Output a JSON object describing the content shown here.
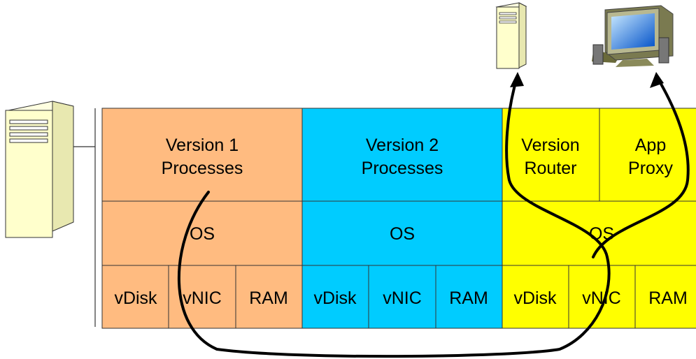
{
  "colors": {
    "version1": "#ffbb80",
    "version2": "#00ccff",
    "router_host": "#ffff00",
    "outline": "#333333",
    "server_body": "#ffffcc"
  },
  "columns": [
    {
      "key": "v1",
      "process_lines": [
        "Version 1",
        "Processes"
      ],
      "os": "OS",
      "resources": [
        "vDisk",
        "vNIC",
        "RAM"
      ]
    },
    {
      "key": "v2",
      "process_lines": [
        "Version 2",
        "Processes"
      ],
      "os": "OS",
      "resources": [
        "vDisk",
        "vNIC",
        "RAM"
      ]
    },
    {
      "key": "router",
      "processes": [
        {
          "lines": [
            "Version",
            "Router"
          ]
        },
        {
          "lines": [
            "App",
            "Proxy"
          ]
        }
      ],
      "os": "OS",
      "resources": [
        "vDisk",
        "vNIC",
        "RAM"
      ]
    }
  ],
  "icons": {
    "host_server": "server-tower-icon",
    "target_server": "server-tower-icon",
    "client": "desktop-computer-icon"
  }
}
